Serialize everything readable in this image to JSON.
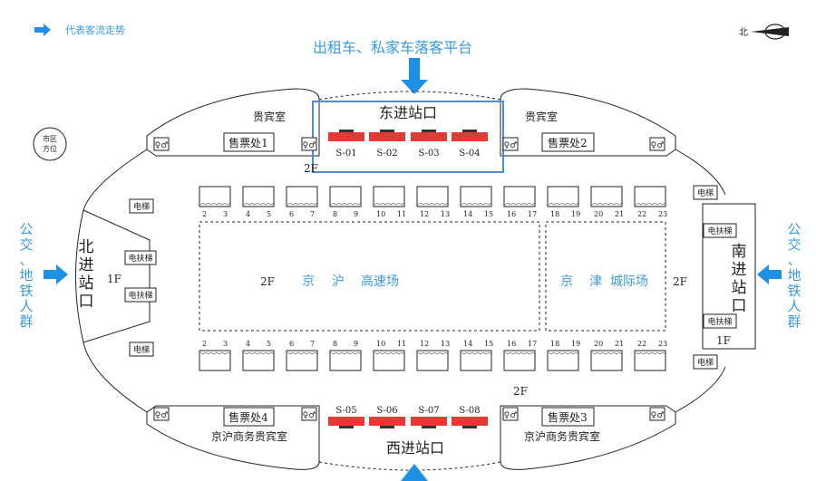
{
  "legend": {
    "text": "代表客流走势",
    "arrow_color": "#1e90e6"
  },
  "north": {
    "label": "北"
  },
  "city": {
    "line1": "市区",
    "line2": "方位"
  },
  "top_platform": "出租车、私家车落客平台",
  "east_entrance": "东进站口",
  "west_entrance": "西进站口",
  "north_entrance": [
    "北",
    "进",
    "站",
    "口"
  ],
  "south_entrance": [
    "南",
    "进",
    "站",
    "口"
  ],
  "left_flow": [
    "公",
    "交",
    "、",
    "地",
    "铁",
    "人",
    "群"
  ],
  "right_flow": [
    "公",
    "交",
    "、",
    "地",
    "铁",
    "人",
    "群"
  ],
  "vip_rooms": {
    "top_left": "贵宾室",
    "top_right": "贵宾室",
    "bottom_left": "京沪商务贵宾室",
    "bottom_right": "京沪商务贵宾室"
  },
  "ticket_offices": {
    "t1": "售票处1",
    "t2": "售票处2",
    "t3": "售票处3",
    "t4": "售票处4"
  },
  "security_top": [
    "S-01",
    "S-02",
    "S-03",
    "S-04"
  ],
  "security_bottom": [
    "S-05",
    "S-06",
    "S-07",
    "S-08"
  ],
  "floors": {
    "f2_top": "2F",
    "f2_bottom": "2F",
    "f2_left": "2F",
    "f2_right": "2F",
    "f1_left": "1F",
    "f1_right": "1F"
  },
  "elevators": {
    "elevator": "电梯",
    "escalator": "电扶梯"
  },
  "halls": {
    "jinghu": [
      "京",
      "沪",
      "高速场"
    ],
    "jingjin": [
      "京",
      "津",
      "城际场"
    ]
  },
  "gates_top": [
    [
      "2",
      "3"
    ],
    [
      "4",
      "5"
    ],
    [
      "6",
      "7"
    ],
    [
      "8",
      "9"
    ],
    [
      "10",
      "11"
    ],
    [
      "12",
      "13"
    ],
    [
      "14",
      "15"
    ],
    [
      "16",
      "17"
    ],
    [
      "18",
      "19"
    ],
    [
      "20",
      "21"
    ],
    [
      "22",
      "23"
    ]
  ],
  "gates_bottom": [
    [
      "2",
      "3"
    ],
    [
      "4",
      "5"
    ],
    [
      "6",
      "7"
    ],
    [
      "8",
      "9"
    ],
    [
      "10",
      "11"
    ],
    [
      "12",
      "13"
    ],
    [
      "14",
      "15"
    ],
    [
      "16",
      "17"
    ],
    [
      "18",
      "19"
    ],
    [
      "20",
      "21"
    ],
    [
      "22",
      "23"
    ]
  ],
  "colors": {
    "accent": "#1e90e6",
    "security": "#e53935",
    "entrance_box": "#4a8fd4"
  }
}
